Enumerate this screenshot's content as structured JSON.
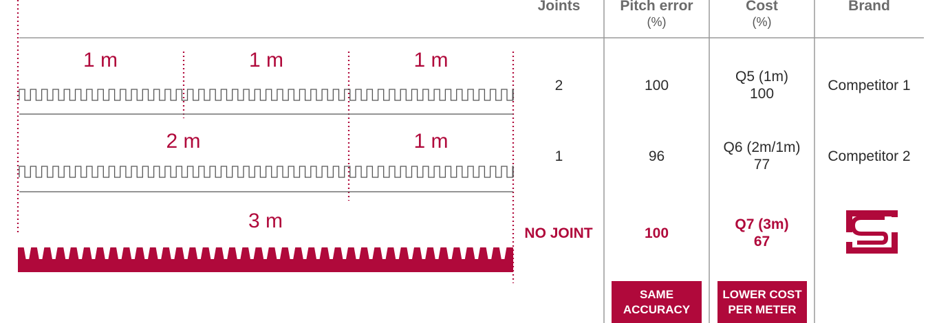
{
  "colors": {
    "accent": "#b0093b",
    "text": "#2b2b2b",
    "header": "#6b6b6b",
    "divider": "#9a9a9a"
  },
  "headers": {
    "joints": "Joints",
    "pitch_error": "Pitch error",
    "pitch_error_unit": "(%)",
    "cost": "Cost",
    "cost_unit": "(%)",
    "brand": "Brand"
  },
  "rows": [
    {
      "segments": [
        {
          "label": "1 m",
          "meters": 1
        },
        {
          "label": "1 m",
          "meters": 1
        },
        {
          "label": "1 m",
          "meters": 1
        }
      ],
      "joints": "2",
      "pitch_error": "100",
      "cost_line1": "Q5 (1m)",
      "cost_line2": "100",
      "brand": "Competitor 1"
    },
    {
      "segments": [
        {
          "label": "2 m",
          "meters": 2
        },
        {
          "label": "1 m",
          "meters": 1
        }
      ],
      "joints": "1",
      "pitch_error": "96",
      "cost_line1": "Q6 (2m/1m)",
      "cost_line2": "77",
      "brand": "Competitor 2"
    },
    {
      "segments": [
        {
          "label": "3 m",
          "meters": 3
        }
      ],
      "joints": "NO JOINT",
      "pitch_error": "100",
      "cost_line1": "Q7 (3m)",
      "cost_line2": "67",
      "brand": "",
      "brand_logo": "s-logo-icon"
    }
  ],
  "badges": {
    "accuracy_line1": "SAME",
    "accuracy_line2": "ACCURACY",
    "cost_line1": "LOWER COST",
    "cost_line2": "PER METER"
  }
}
